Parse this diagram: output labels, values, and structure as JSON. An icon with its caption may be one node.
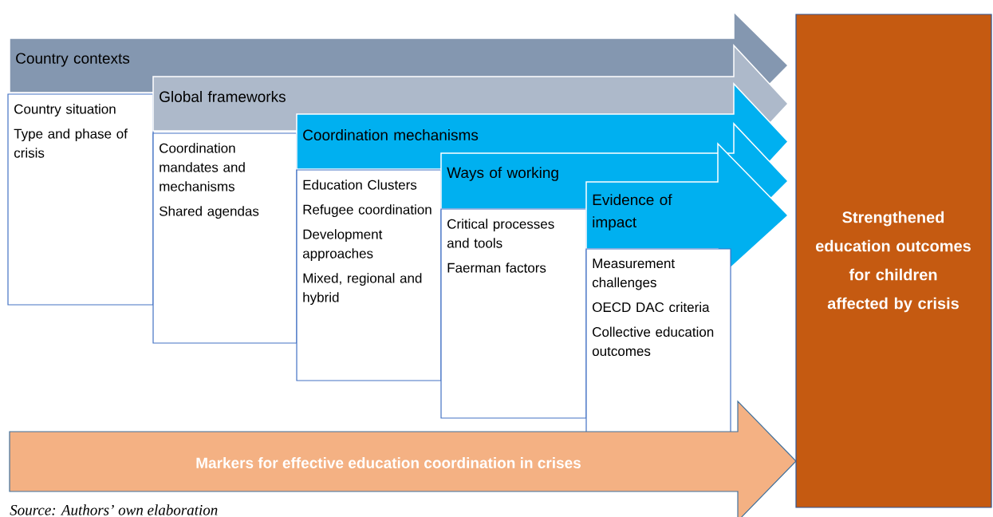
{
  "diagram": {
    "caption": "Source: Authors’ own elaboration",
    "nodes": [
      {
        "text": [
          "Country contexts"
        ]
      },
      {
        "text": [
          "Country situation",
          "Type and phase of crisis"
        ]
      },
      {
        "text": [
          "Global frameworks"
        ]
      },
      {
        "text": [
          "Coordination mandates and mechanisms",
          "Shared agendas"
        ]
      },
      {
        "text": [
          "Coordination mechanisms"
        ]
      },
      {
        "text": [
          "Education Clusters",
          "Refugee coordination",
          "Development approaches",
          "Mixed, regional and hybrid"
        ]
      },
      {
        "text": [
          "Ways of working"
        ]
      },
      {
        "text": [
          "Critical processes and tools",
          "Faerman factors"
        ]
      },
      {
        "text": [
          "Evidence of impact"
        ]
      },
      {
        "text": [
          "Measurement challenges",
          "OECD DAC criteria",
          "Collective education outcomes"
        ]
      },
      {
        "text": [
          "Markers for effective education coordination in crises"
        ]
      },
      {
        "text": [
          "Strengthened education outcomes for children affected by crisis"
        ]
      }
    ]
  }
}
